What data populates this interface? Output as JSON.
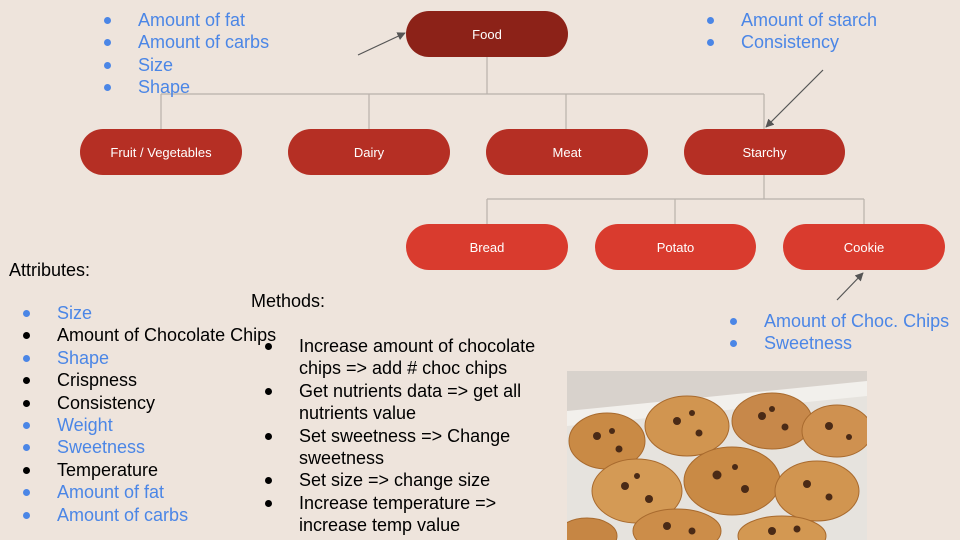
{
  "nodes": {
    "food": "Food",
    "fruit_vegetables": "Fruit / Vegetables",
    "dairy": "Dairy",
    "meat": "Meat",
    "starchy": "Starchy",
    "bread": "Bread",
    "potato": "Potato",
    "cookie": "Cookie"
  },
  "food_attributes": [
    "Amount of fat",
    "Amount of carbs",
    "Size",
    "Shape"
  ],
  "starchy_attributes": [
    "Amount of starch",
    "Consistency"
  ],
  "cookie_attributes": [
    "Amount of Choc. Chips",
    "Sweetness"
  ],
  "attributes": {
    "heading": "Attributes:",
    "items": [
      "Size",
      "Amount of Chocolate Chips",
      "Shape",
      "Crispness",
      "Consistency",
      "Weight",
      "Sweetness",
      "Temperature",
      "Amount of fat",
      "Amount of carbs"
    ]
  },
  "methods": {
    "heading": "Methods:",
    "items": [
      [
        "Increase amount of chocolate",
        "chips => add # choc chips"
      ],
      [
        "Get nutrients data => get all",
        "nutrients value"
      ],
      [
        "Set sweetness => Change",
        "sweetness"
      ],
      [
        "Set size => change size"
      ],
      [
        "Increase temperature =>",
        "increase temp value"
      ]
    ]
  },
  "colors": {
    "background": "#eee4dc",
    "root_node": "#8c2218",
    "level1_node": "#b52f24",
    "level2_node": "#d93b2e",
    "inherited_text": "#4b86e6",
    "new_text": "#000000"
  },
  "image": {
    "subject": "plate of chocolate chip cookies"
  }
}
